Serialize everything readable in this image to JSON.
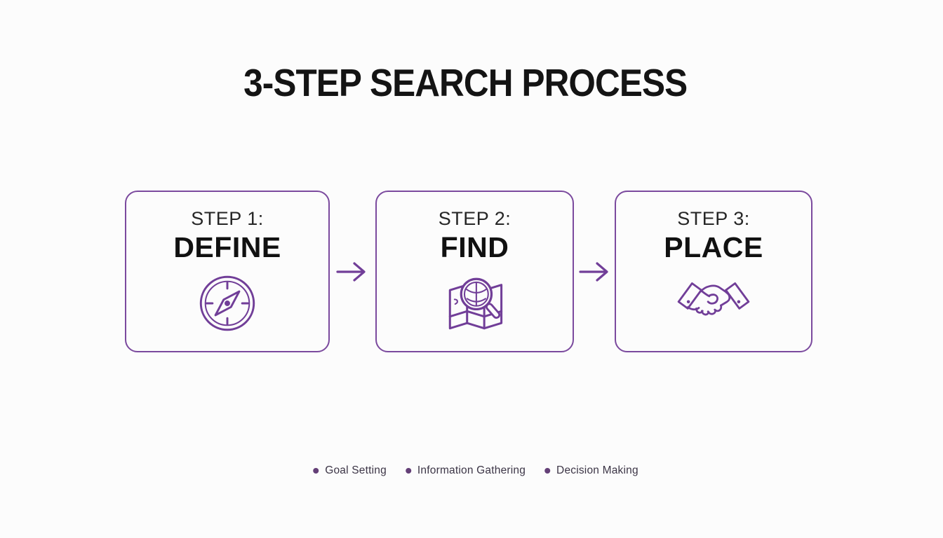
{
  "title": "3-STEP SEARCH PROCESS",
  "steps": [
    {
      "label": "STEP 1:",
      "name": "DEFINE",
      "icon": "compass-icon"
    },
    {
      "label": "STEP 2:",
      "name": "FIND",
      "icon": "map-search-icon"
    },
    {
      "label": "STEP 3:",
      "name": "PLACE",
      "icon": "handshake-icon"
    }
  ],
  "legend": {
    "items": [
      "Goal Setting",
      "Information Gathering",
      "Decision Making"
    ]
  },
  "colors": {
    "accent": "#713e98",
    "box_border": "#7b4a9e",
    "legend_dot": "#643f77",
    "title_text": "#141414",
    "step_label_text": "#262626",
    "step_name_text": "#111111",
    "legend_text": "#3c3546",
    "background": "#fcfcfc"
  }
}
